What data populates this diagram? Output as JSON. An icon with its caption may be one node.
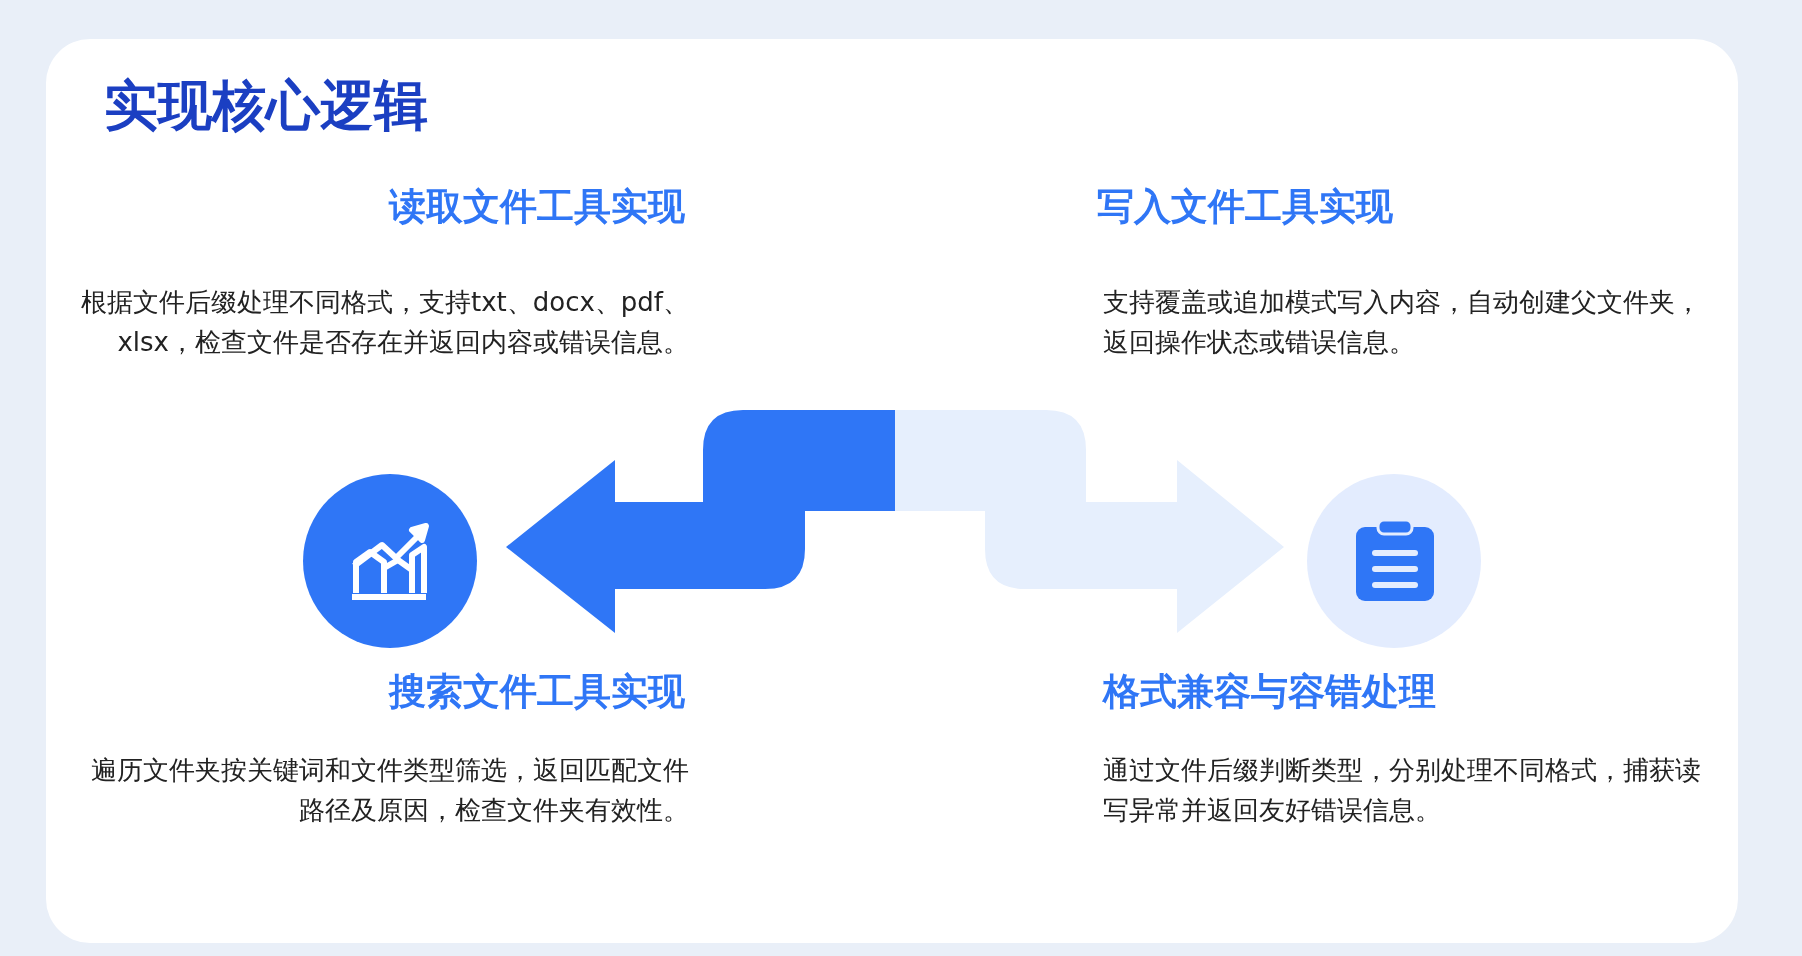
{
  "diagram": {
    "title": "实现核心逻辑",
    "labels": [
      "读取文件工具实现",
      "根据文件后缀处理不同格式，支持txt、docx、pdf、xlsx，检查文件是否存在并返回内容或错误信息。",
      "写入文件工具实现",
      "支持覆盖或追加模式写入内容，自动创建父文件夹，返回操作状态或错误信息。",
      "搜索文件工具实现",
      "遍历文件夹按关键词和文件类型筛选，返回匹配文件路径及原因，检查文件夹有效性。",
      "格式兼容与容错处理",
      "通过文件后缀判断类型，分别处理不同格式，捕获读写异常并返回友好错误信息。"
    ]
  }
}
